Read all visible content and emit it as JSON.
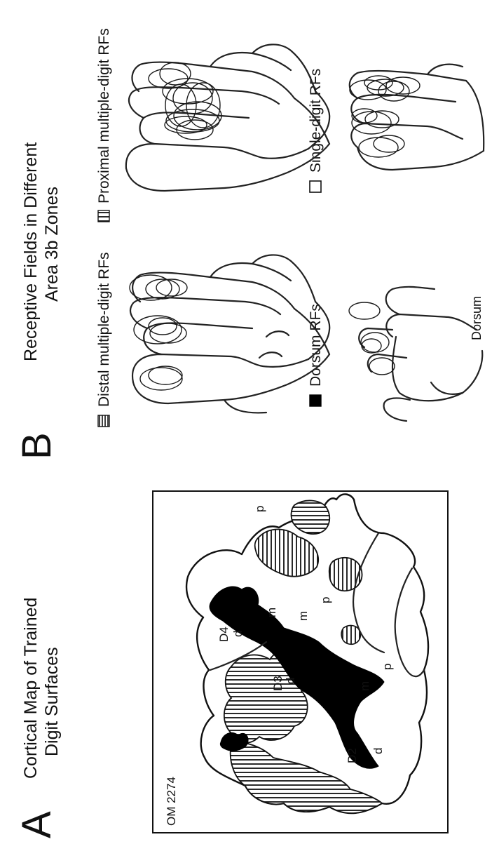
{
  "panel_a": {
    "letter": "A",
    "title_line1": "Cortical Map of Trained",
    "title_line2": "Digit Surfaces",
    "map_id": "OM 2274",
    "labels": {
      "d4": "D4",
      "d3": "D3",
      "d2": "D2",
      "d_d4": "d",
      "d_d3": "d",
      "d_d2": "d",
      "m_d4": "m",
      "m_d3": "m",
      "m_d2": "m",
      "p_d4": "p",
      "p_d3": "p",
      "p_d2": "p"
    }
  },
  "panel_b": {
    "letter": "B",
    "title_line1": "Receptive Fields in Different",
    "title_line2": "Area 3b Zones",
    "legend": {
      "distal": "Distal multiple-digit RFs",
      "proximal": "Proximal multiple-digit RFs",
      "dorsum": "Dorsum RFs",
      "single": "Single-digit RFs"
    },
    "dorsum_hand_label": "Dorsum"
  },
  "colors": {
    "ink": "#111111",
    "black_zone": "#000000",
    "background": "#ffffff"
  },
  "icons": [
    "vertical-hatch-swatch-icon",
    "horizontal-hatch-swatch-icon",
    "solid-black-swatch-icon",
    "empty-square-swatch-icon"
  ]
}
